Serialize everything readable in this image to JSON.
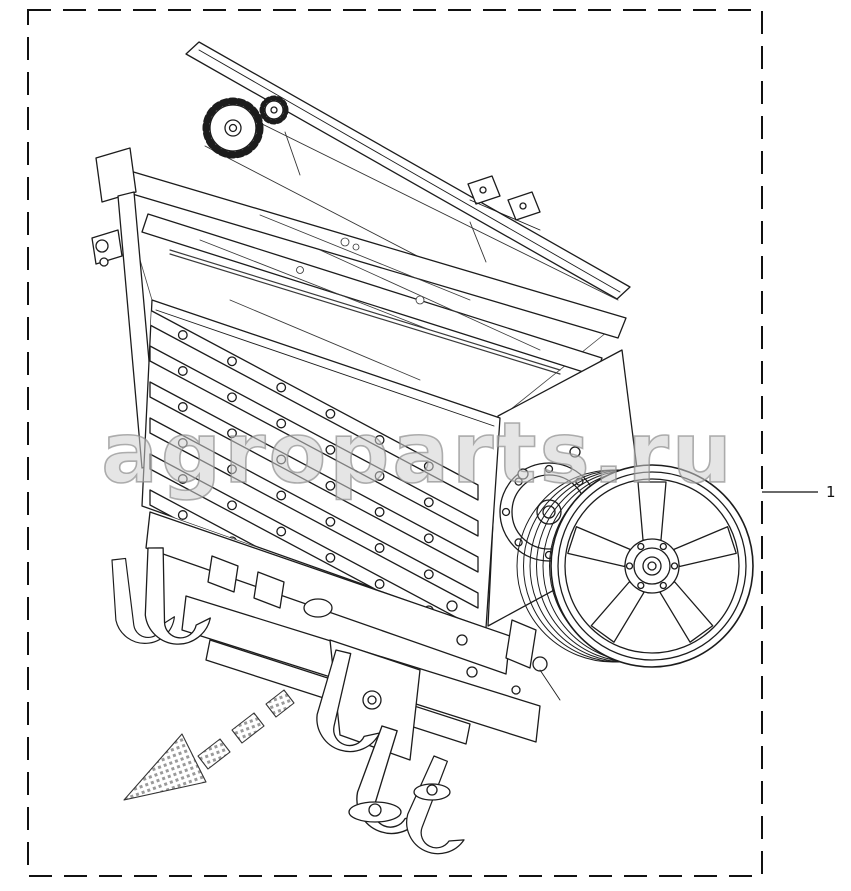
{
  "page": {
    "background": "#ffffff"
  },
  "diagram": {
    "watermark_text": "agroparts.ru",
    "callout_1": {
      "label": "1"
    }
  },
  "colors": {
    "line": "#1c1c1c",
    "border": "#111111",
    "watermark_fill": "#d0d0d0",
    "watermark_stroke": "#8f8f8f",
    "hatch": "#9a9a9a"
  },
  "icons": {
    "direction_arrow": "hatched-block-arrow-down-left"
  }
}
